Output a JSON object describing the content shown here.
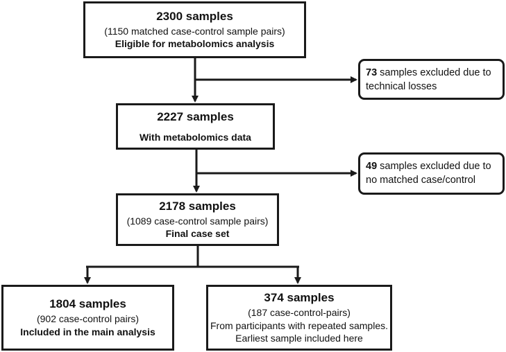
{
  "flowchart": {
    "box1": {
      "title": "2300 samples",
      "line1": "(1150 matched case-control sample pairs)",
      "line2": "Eligible for metabolomics analysis"
    },
    "excl1": {
      "count": "73",
      "text_a": " samples excluded due to",
      "text_b": "technical losses"
    },
    "box2": {
      "title": "2227 samples",
      "line1": "With metabolomics data"
    },
    "excl2": {
      "count": "49",
      "text_a": " samples excluded due to",
      "text_b": "no matched case/control"
    },
    "box3": {
      "title": "2178 samples",
      "line1": "(1089 case-control sample pairs)",
      "line2": "Final case set"
    },
    "box4": {
      "title": "1804 samples",
      "line1": "(902 case-control pairs)",
      "line2": "Included in the main analysis"
    },
    "box5": {
      "title": "374 samples",
      "line1": "(187 case-control-pairs)",
      "line2": "From participants with repeated samples.",
      "line3": "Earliest sample included here"
    }
  }
}
